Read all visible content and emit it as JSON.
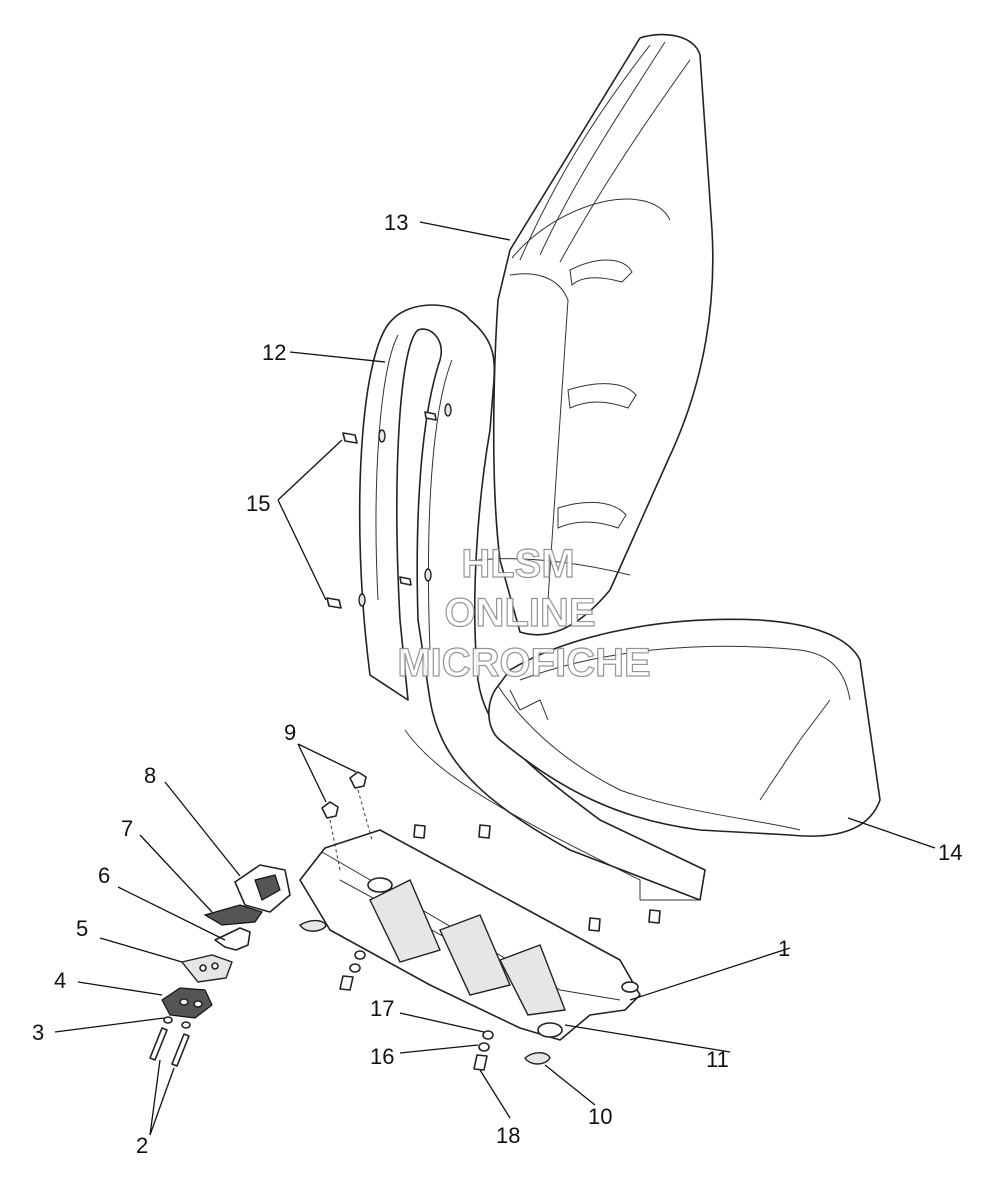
{
  "diagram": {
    "callouts": [
      "1",
      "2",
      "3",
      "4",
      "5",
      "6",
      "7",
      "8",
      "9",
      "10",
      "11",
      "12",
      "13",
      "14",
      "15",
      "16",
      "17",
      "18"
    ],
    "watermark": [
      "HLSM",
      "ONLINE",
      "MICROFICHE"
    ]
  }
}
